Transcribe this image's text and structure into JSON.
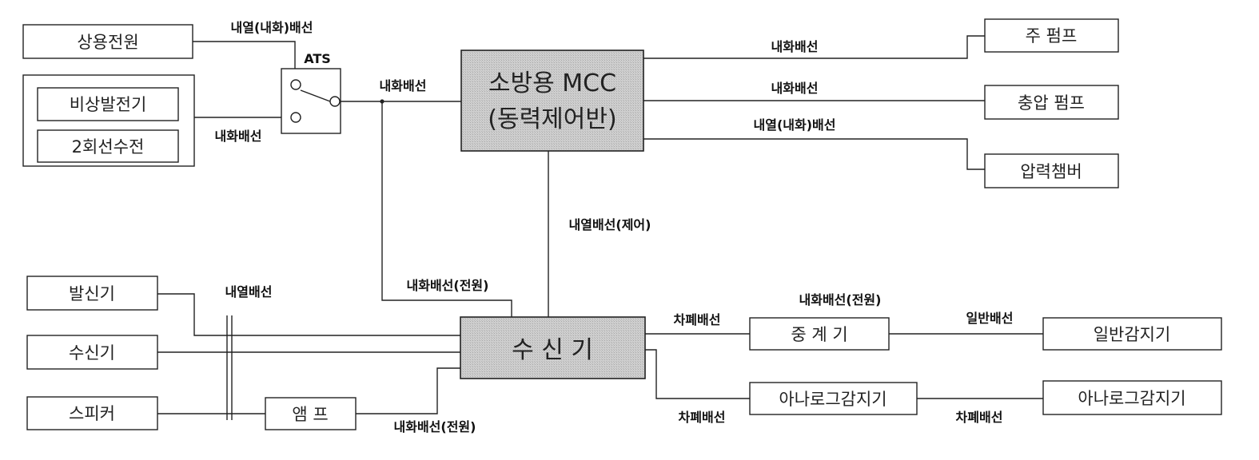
{
  "boxes": {
    "commercial_power": "상용전원",
    "emergency_generator": "비상발전기",
    "two_circuit_receiving": "2회선수전",
    "ats": "ATS",
    "mcc_line1": "소방용 MCC",
    "mcc_line2": "(동력제어반)",
    "main_pump": "주 펌프",
    "jockey_pump": "충압 펌프",
    "pressure_chamber": "압력챔버",
    "transmitter": "발신기",
    "receiver_small": "수신기",
    "speaker": "스피커",
    "amplifier": "앰  프",
    "receiver_main": "수 신 기",
    "repeater": "중  계  기",
    "general_detector": "일반감지기",
    "analog_detector_1": "아나로그감지기",
    "analog_detector_2": "아나로그감지기"
  },
  "wire_labels": {
    "commercial_to_ats": "내열(내화)배선",
    "generator_to_ats": "내화배선",
    "ats_to_mcc": "내화배선",
    "mcc_to_main_pump": "내화배선",
    "mcc_to_jockey_pump": "내화배선",
    "mcc_to_chamber": "내열(내화)배선",
    "mcc_to_receiver_control": "내열배선(제어)",
    "power_to_receiver": "내화배선(전원)",
    "left_devices_bus": "내열배선",
    "amp_to_receiver": "내화배선(전원)",
    "receiver_to_repeater": "차폐배선",
    "repeater_power": "내화배선(전원)",
    "repeater_to_general": "일반배선",
    "receiver_to_analog": "차폐배선",
    "analog_to_analog": "차폐배선"
  },
  "colors": {
    "line": "#222222",
    "shaded_fill": "#c8c8c8"
  }
}
